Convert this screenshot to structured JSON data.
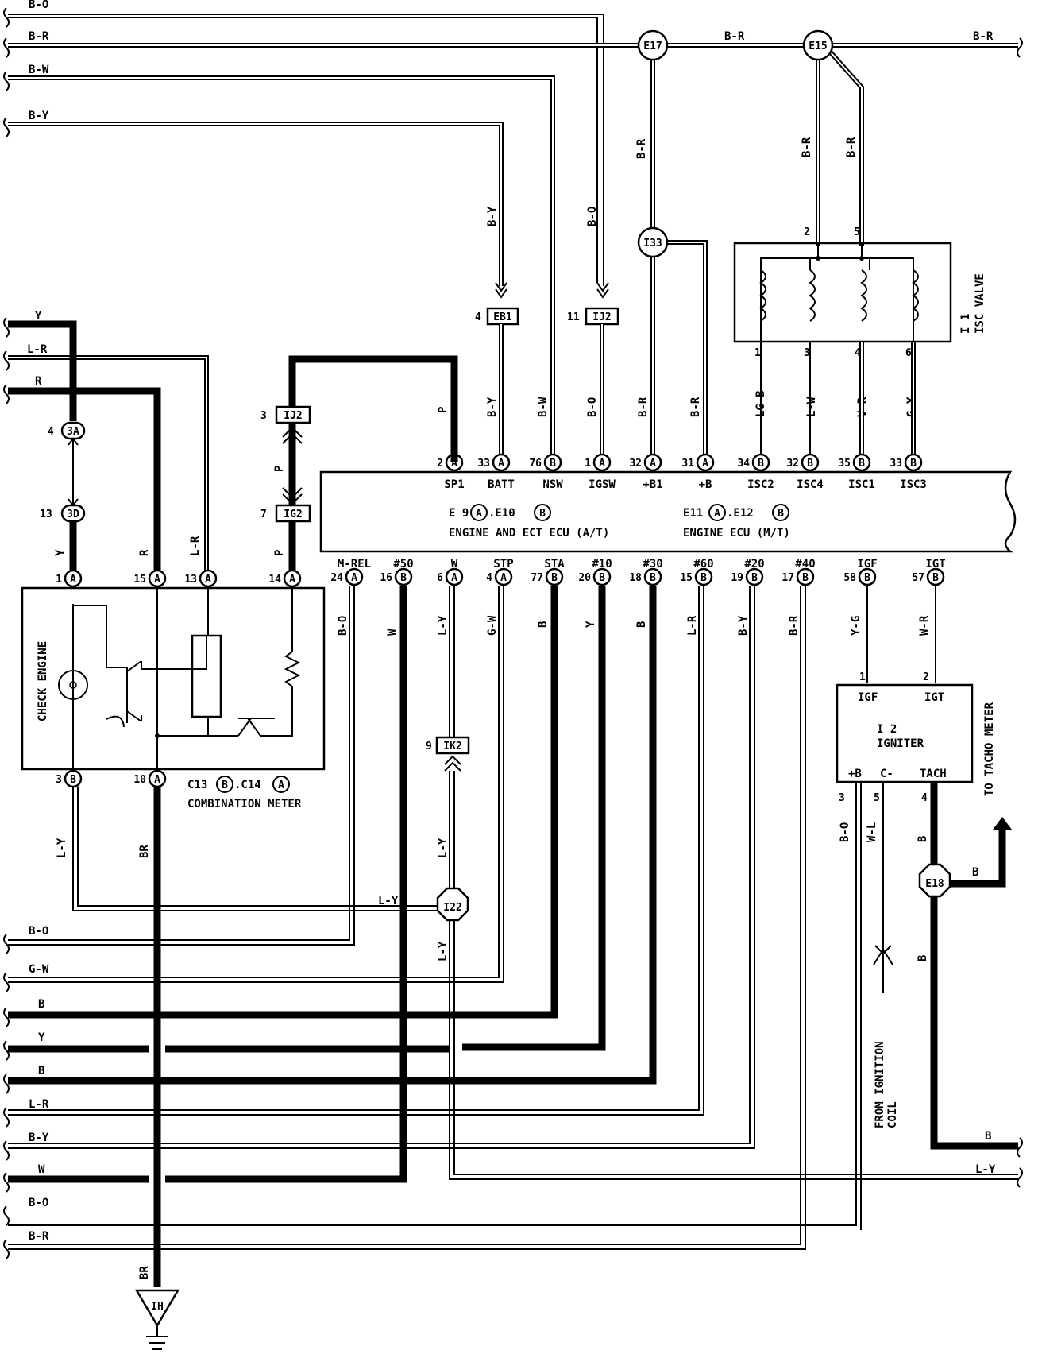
{
  "wire_colors": {
    "top_bo": "B-O",
    "top_br": "B-R",
    "top_bw": "B-W",
    "top_by": "B-Y",
    "br_mid": "B-R",
    "br_right": "B-R",
    "y": "Y",
    "lr": "L-R",
    "r": "R",
    "by_v": "B-Y",
    "bo_v": "B-O",
    "br_v1": "B-R",
    "br_v2": "B-R",
    "br_v3": "B-R",
    "by_batt": "B-Y",
    "bw_nsw": "B-W",
    "bo_igsw": "B-O",
    "br_b1": "B-R",
    "br_b": "B-R",
    "lgb": "LG-B",
    "lw": "L-W",
    "vr": "V-R",
    "gy": "G-Y",
    "p1": "P",
    "p2": "P",
    "p3": "P",
    "y_cm": "Y",
    "r_cm": "R",
    "lr_cm": "L-R",
    "ly_cm": "L-Y",
    "br_cm": "BR",
    "br_gnd": "BR",
    "ly_j": "L-Y",
    "bo_mrel": "B-O",
    "w_50": "W",
    "ly_w": "L-Y",
    "gw_stp": "G-W",
    "b_sta": "B",
    "y_10": "Y",
    "b_30": "B",
    "lr_60": "L-R",
    "by_20": "B-Y",
    "br_40": "B-R",
    "yg_igf": "Y-G",
    "wr_igt": "W-R",
    "bo_ign": "B-O",
    "wl_ign": "W-L",
    "b_tach": "B",
    "b_e18": "B",
    "b_e18b": "B",
    "ly_j2": "L-Y",
    "ly_j3": "L-Y",
    "bot_bo": "B-O",
    "bot_gw": "G-W",
    "bot_b1": "B",
    "bot_y": "Y",
    "bot_b2": "B",
    "bot_lr": "L-R",
    "bot_by": "B-Y",
    "bot_w": "W",
    "bot_bo2": "B-O",
    "bot_br": "B-R",
    "right_b": "B",
    "right_ly": "L-Y"
  },
  "junctions": {
    "e17": "E17",
    "e15": "E15",
    "i33": "I33",
    "e18": "E18",
    "i22": "I22",
    "ground": "IH"
  },
  "connectors": {
    "eb1": "EB1",
    "ij2_top": "IJ2",
    "ij2_left": "IJ2",
    "ig2": "IG2",
    "ik2": "IK2",
    "c3a": "3A",
    "c3d": "3D"
  },
  "pin_numbers": {
    "eb1": "4",
    "ij2_top": "11",
    "ij2_left": "3",
    "ig2": "7",
    "ik2": "9",
    "c3a": "4",
    "c3d": "13",
    "isc2": "2",
    "isc5": "5",
    "isc1": "1",
    "isc3": "3",
    "isc4": "4",
    "isc6": "6",
    "ign1": "1",
    "ign2": "2",
    "ign3": "3",
    "ign5": "5",
    "ign4": "4"
  },
  "ecu_top_pins": [
    {
      "num": "2",
      "conn": "A",
      "label": "SP1"
    },
    {
      "num": "33",
      "conn": "A",
      "label": "BATT"
    },
    {
      "num": "76",
      "conn": "B",
      "label": "NSW"
    },
    {
      "num": "1",
      "conn": "A",
      "label": "IGSW"
    },
    {
      "num": "32",
      "conn": "A",
      "label": "+B1"
    },
    {
      "num": "31",
      "conn": "A",
      "label": "+B"
    },
    {
      "num": "34",
      "conn": "B",
      "label": "ISC2"
    },
    {
      "num": "32",
      "conn": "B",
      "label": "ISC4"
    },
    {
      "num": "35",
      "conn": "B",
      "label": "ISC1"
    },
    {
      "num": "33",
      "conn": "B",
      "label": "ISC3"
    }
  ],
  "ecu_bottom_pins": [
    {
      "num": "24",
      "conn": "A",
      "label": "M-REL"
    },
    {
      "num": "16",
      "conn": "B",
      "label": "#50"
    },
    {
      "num": "6",
      "conn": "A",
      "label": "W"
    },
    {
      "num": "4",
      "conn": "A",
      "label": "STP"
    },
    {
      "num": "77",
      "conn": "B",
      "label": "STA"
    },
    {
      "num": "20",
      "conn": "B",
      "label": "#10"
    },
    {
      "num": "18",
      "conn": "B",
      "label": "#30"
    },
    {
      "num": "15",
      "conn": "B",
      "label": "#60"
    },
    {
      "num": "19",
      "conn": "B",
      "label": "#20"
    },
    {
      "num": "17",
      "conn": "B",
      "label": "#40"
    },
    {
      "num": "58",
      "conn": "B",
      "label": "IGF"
    },
    {
      "num": "57",
      "conn": "B",
      "label": "IGT"
    }
  ],
  "meter_pins": [
    {
      "num": "1",
      "conn": "A"
    },
    {
      "num": "15",
      "conn": "A"
    },
    {
      "num": "13",
      "conn": "A"
    },
    {
      "num": "14",
      "conn": "A"
    },
    {
      "num": "3",
      "conn": "B"
    },
    {
      "num": "10",
      "conn": "A"
    }
  ],
  "ecu": {
    "id_prefix1": "E 9",
    "conn1": "A",
    "id_sep": ".E10",
    "conn2": "B",
    "id_prefix2": "E11",
    "conn3": "A",
    "id_sep2": ".E12",
    "conn4": "B",
    "name1": "ENGINE AND ECT ECU (A/T)",
    "name2": "ENGINE ECU (M/T)"
  },
  "meter": {
    "id1": "C13",
    "conn1": "B",
    "sep": ".C14",
    "conn2": "A",
    "name": "COMBINATION METER",
    "lamp_label": "CHECK ENGINE"
  },
  "isc": {
    "id": "I 1",
    "name": "ISC VALVE"
  },
  "igniter": {
    "pin_igf": "IGF",
    "pin_igt": "IGT",
    "id": "I 2",
    "name": "IGNITER",
    "pin_b": "+B",
    "pin_c": "C-",
    "pin_tach": "TACH"
  },
  "notes": {
    "tacho": "TO TACHO METER",
    "ign_coil_1": "FROM IGNITION",
    "ign_coil_2": "COIL"
  }
}
